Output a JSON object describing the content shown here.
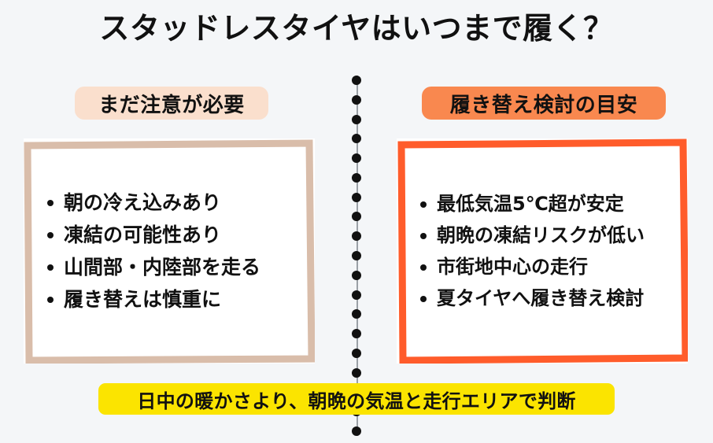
{
  "page": {
    "title": "スタッドレスタイヤはいつまで履く？",
    "background_color": "#f4f6f8"
  },
  "divider": {
    "name": "vertical-dotted-divider",
    "dot_color": "#111111",
    "line_color": "#9aa0a6",
    "dot_count": 19
  },
  "columns": {
    "left": {
      "badge_label": "まだ注意が必要",
      "badge_color": "#fadfcd",
      "card_border_color": "#d9bdaa",
      "card_fill": "#ffffff",
      "bullets": [
        "朝の冷え込みあり",
        "凍結の可能性あり",
        "山間部・内陸部を走る",
        "履き替えは慎重に"
      ]
    },
    "right": {
      "badge_label": "履き替え検討の目安",
      "badge_color": "#f9884f",
      "card_border_color": "#ff5c2b",
      "card_fill": "#ffffff",
      "bullets": [
        "最低気温5℃超が安定",
        "朝晩の凍結リスクが低い",
        "市街地中心の走行",
        "夏タイヤへ履き替え検討"
      ]
    }
  },
  "banner": {
    "text": "日中の暖かさより、朝晩の気温と走行エリアで判断",
    "color": "#fbe400"
  }
}
